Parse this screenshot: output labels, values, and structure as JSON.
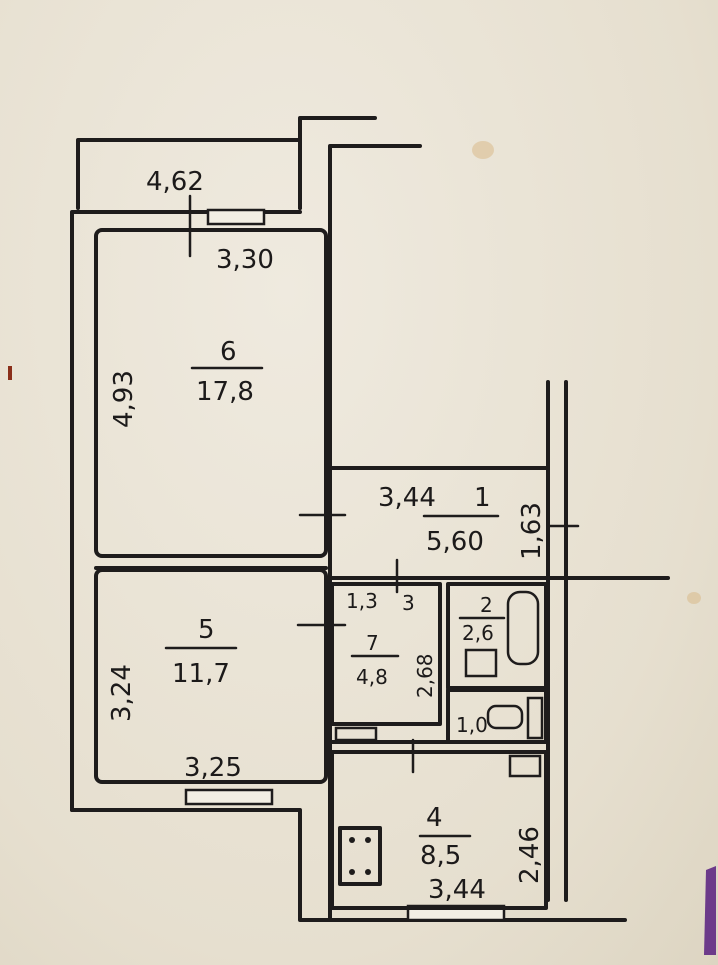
{
  "plan": {
    "balcony": {
      "width": "4,62"
    },
    "room6": {
      "number": "6",
      "area": "17,8",
      "width": "3,30",
      "length": "4,93"
    },
    "room5": {
      "number": "5",
      "area": "11,7",
      "length": "3,24",
      "width": "3,25"
    },
    "hall1": {
      "dim1": "3,44",
      "number": "1",
      "area": "5,60",
      "dim2": "1,63"
    },
    "room3": {
      "number": "3",
      "dim": "1,3"
    },
    "room7": {
      "number": "7",
      "area": "4,8",
      "dim": "2,68"
    },
    "room2": {
      "number": "2",
      "area": "2,6"
    },
    "room1b": {
      "area": "1,0"
    },
    "kitchen": {
      "number": "4",
      "area": "8,5",
      "width": "3,44",
      "length": "2,46"
    }
  }
}
